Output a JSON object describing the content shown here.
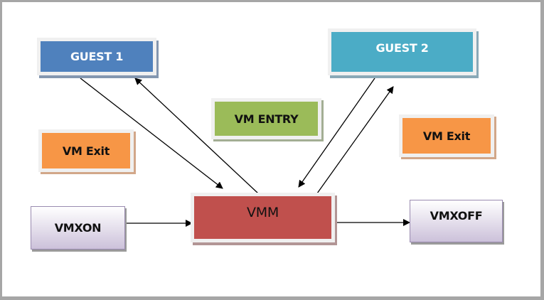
{
  "diagram": {
    "nodes": {
      "guest1": "GUEST 1",
      "guest2": "GUEST 2",
      "vm_entry": "VM ENTRY",
      "vm_exit_left": "VM Exit",
      "vm_exit_right": "VM Exit",
      "vmm": "VMM",
      "vmxon": "VMXON",
      "vmxoff": "VMXOFF"
    },
    "edges": [
      {
        "from": "GUEST 1",
        "to": "VMM"
      },
      {
        "from": "VMM",
        "to": "GUEST 1"
      },
      {
        "from": "GUEST 2",
        "to": "VMM"
      },
      {
        "from": "VMM",
        "to": "GUEST 2"
      },
      {
        "from": "VMXON",
        "to": "VMM"
      },
      {
        "from": "VMM",
        "to": "VMXOFF"
      }
    ],
    "colors": {
      "guest1": "#4f81bd",
      "guest2": "#4bacc6",
      "vm_entry": "#9bbb59",
      "vm_exit": "#f79646",
      "vmm": "#c0504d",
      "vmx_fill": "#ccc1da"
    }
  }
}
